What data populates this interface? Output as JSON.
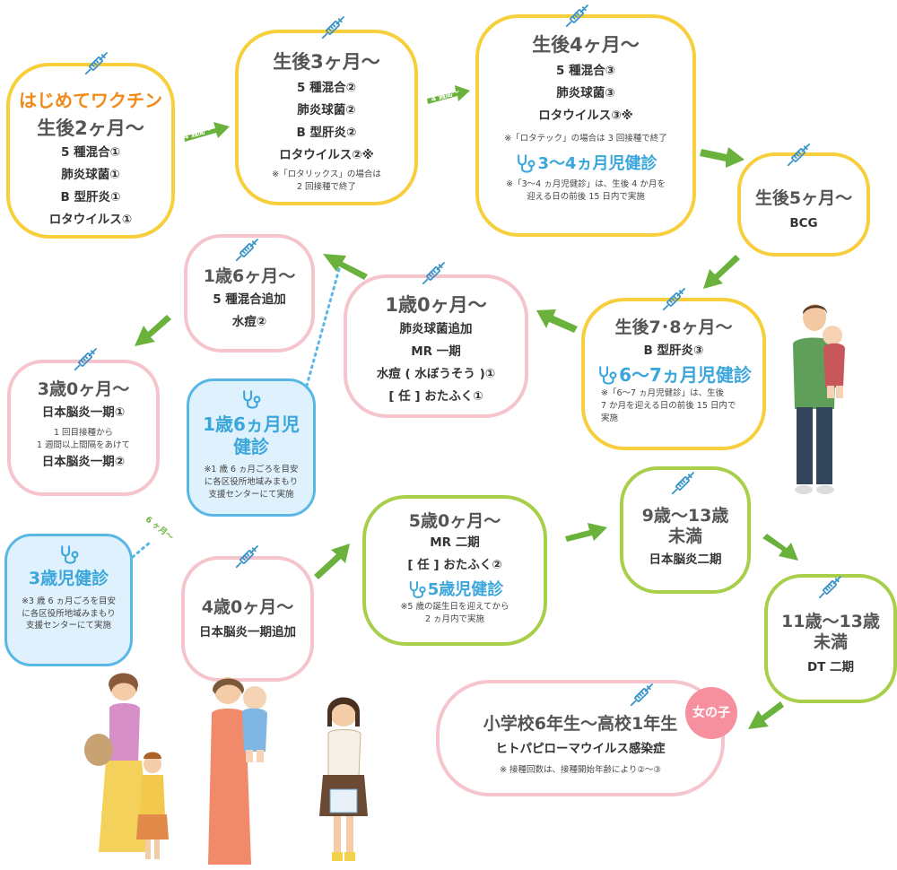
{
  "start_label": "はじめてワクチン",
  "interval_4w_a": "4 週間〜",
  "interval_4w_b": "4 週間〜",
  "interval_6m": "6 ヶ月〜",
  "m2": {
    "title": "生後2ヶ月〜",
    "items": [
      "5 種混合①",
      "肺炎球菌①",
      "B 型肝炎①",
      "ロタウイルス①"
    ]
  },
  "m3": {
    "title": "生後3ヶ月〜",
    "items": [
      "5 種混合②",
      "肺炎球菌②",
      "B 型肝炎②",
      "ロタウイルス②※"
    ],
    "note1": "※「ロタリックス」の場合は",
    "note2": "2 回接種で終了"
  },
  "m4": {
    "title": "生後4ヶ月〜",
    "items": [
      "5 種混合③",
      "肺炎球菌③",
      "ロタウイルス③※"
    ],
    "note": "※「ロタテック」の場合は 3 回接種で終了",
    "checkup": "3〜4ヵ月児健診",
    "cnote1": "※「3〜4 ヵ月児健診」は、生後 4 か月を",
    "cnote2": "迎える日の前後 15 日内で実施"
  },
  "m5": {
    "title": "生後5ヶ月〜",
    "items": [
      "BCG"
    ]
  },
  "m78": {
    "title": "生後7･8ヶ月〜",
    "items": [
      "B 型肝炎③"
    ],
    "checkup": "6〜7ヵ月児健診",
    "cnote1": "※「6〜7 ヵ月児健診」は、生後",
    "cnote2": "7 か月を迎える日の前後 15 日内で",
    "cnote3": "実施"
  },
  "y1": {
    "title": "1歳0ヶ月〜",
    "items": [
      "肺炎球菌追加",
      "MR 一期",
      "水痘 ( 水ぼうそう )①",
      "[ 任 ] おたふく①"
    ]
  },
  "y1h": {
    "title": "1歳6ヶ月〜",
    "items": [
      "5 種混合追加",
      "水痘②"
    ]
  },
  "c1h": {
    "title1": "1歳6ヵ月児",
    "title2": "健診",
    "n1": "※1 歳 6 ヵ月ごろを目安",
    "n2": "に各区役所地域みまもり",
    "n3": "支援センターにて実施"
  },
  "y3": {
    "title": "3歳0ヶ月〜",
    "item1": "日本脳炎一期①",
    "n1": "1 回目接種から",
    "n2": "1 週間以上間隔をあけて",
    "item2": "日本脳炎一期②"
  },
  "c3": {
    "title": "3歳児健診",
    "n1": "※3 歳 6 ヵ月ごろを目安",
    "n2": "に各区役所地域みまもり",
    "n3": "支援センターにて実施"
  },
  "y4": {
    "title": "4歳0ヶ月〜",
    "items": [
      "日本脳炎一期追加"
    ]
  },
  "y5": {
    "title": "5歳0ヶ月〜",
    "items": [
      "MR 二期",
      "[ 任 ] おたふく②"
    ],
    "checkup": "5歳児健診",
    "n1": "※5 歳の誕生日を迎えてから",
    "n2": "2 ヵ月内で実施"
  },
  "y9": {
    "title1": "9歳〜13歳",
    "title2": "未満",
    "items": [
      "日本脳炎二期"
    ]
  },
  "y11": {
    "title1": "11歳〜13歳",
    "title2": "未満",
    "items": [
      "DT 二期"
    ]
  },
  "hpv": {
    "title": "小学校6年生〜高校1年生",
    "item": "ヒトパピローマウイルス感染症",
    "note": "※ 接種回数は、接種開始年齢により②〜③",
    "badge": "女の子"
  },
  "colors": {
    "yellow": "#f7cf3d",
    "pink": "#f5c4cc",
    "green": "#a8cf4a",
    "blue": "#59b7e5",
    "arrow": "#6ab23c",
    "orange": "#f08a18",
    "badge": "#f7909e"
  }
}
